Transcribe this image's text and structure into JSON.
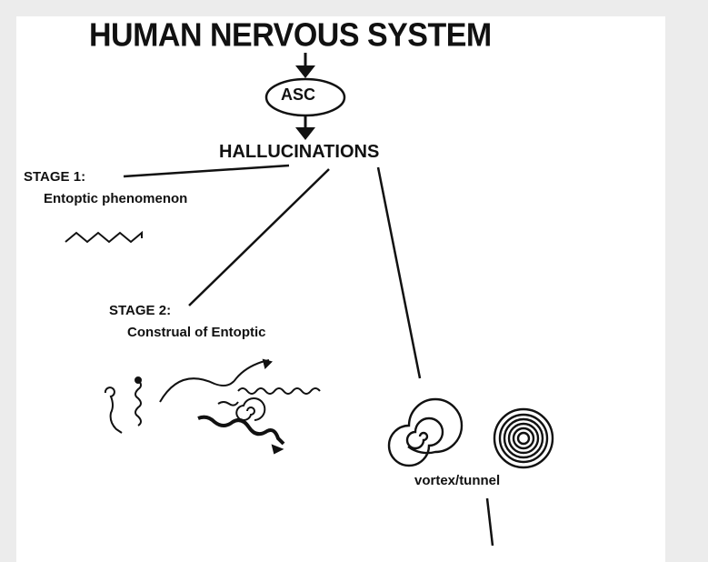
{
  "diagram": {
    "title": "HUMAN NERVOUS SYSTEM",
    "asc_node": "ASC",
    "hallucinations_node": "HALLUCINATIONS",
    "stage1": {
      "label": "STAGE 1:",
      "description": "Entoptic phenomenon"
    },
    "stage2": {
      "label": "STAGE 2:",
      "description": "Construal of Entoptic"
    },
    "stage3": {
      "caption": "vortex/tunnel"
    },
    "ink_color": "#111111",
    "background_color": "#ffffff",
    "frame_color": "#ececec"
  }
}
